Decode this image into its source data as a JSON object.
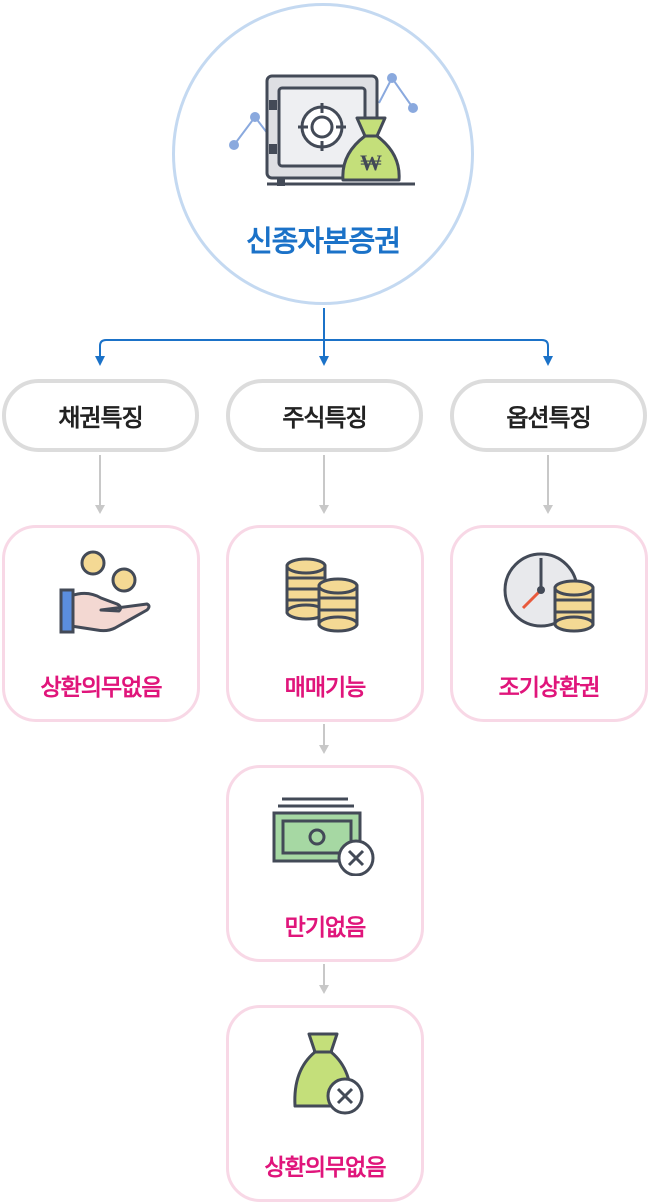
{
  "root": {
    "title": "신종자본증권",
    "icon": "safe-with-money-bag-icon"
  },
  "categories": [
    {
      "label": "채권특징"
    },
    {
      "label": "주식특징"
    },
    {
      "label": "옵션특징"
    }
  ],
  "features": {
    "bond": [
      {
        "label": "상환의무없음",
        "icon": "hand-with-coins-icon"
      }
    ],
    "stock": [
      {
        "label": "매매기능",
        "icon": "coin-stacks-icon"
      },
      {
        "label": "만기없음",
        "icon": "banknote-cancel-icon"
      },
      {
        "label": "상환의무없음",
        "icon": "money-bag-cancel-icon"
      }
    ],
    "option": [
      {
        "label": "조기상환권",
        "icon": "clock-with-coins-icon"
      }
    ]
  },
  "colors": {
    "primary": "#1b72c8",
    "accent": "#e0157b",
    "pill_border": "#dcdcdc",
    "card_border": "#f8d8e6",
    "root_border": "#c4d9f1",
    "connector": "#c8c8c8"
  }
}
